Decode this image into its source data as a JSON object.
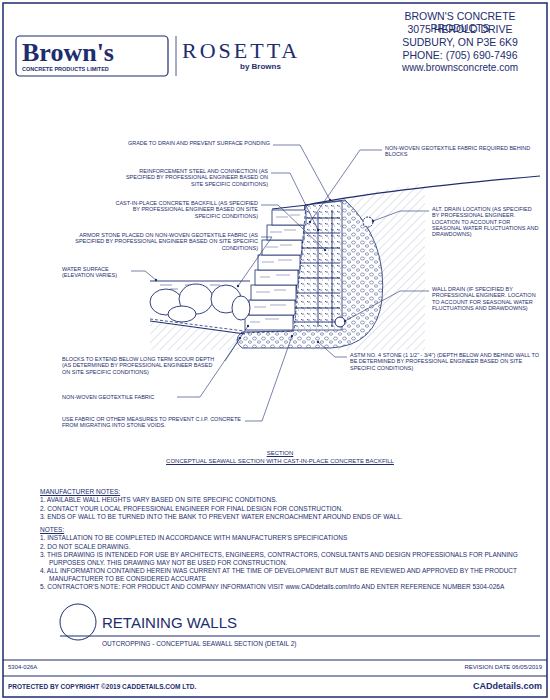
{
  "diagram": {
    "title": "RETAINING WALLS",
    "caption": "CONCEPTUAL SEAWALL SECTION WITH CAST-IN-PLACE CONCRETE BACKFILL",
    "labels": [
      "Brown's",
      "CONCRETE PRODUCTS LIMITED",
      "ROSETTA",
      "by Browns",
      "BROWN'S CONCRETE PRODUCTS",
      "3075 HEROLD DRIVE",
      "SUDBURY, ON P3E 6K9",
      "PHONE: (705) 690-7496",
      "www.brownsconcrete.com",
      "GRADE TO DRAIN AND PREVENT SURFACE PONDING",
      "REINFORCEMENT STEEL AND CONNECTION (AS SPECIFIED BY PROFESSIONAL ENGINEER BASED ON SITE SPECIFIC CONDITIONS)",
      "CAST-IN-PLACE CONCRETE BACKFILL (AS SPECIFIED BY PROFESSIONAL ENGINEER BASED ON SITE SPECIFIC CONDITIONS)",
      "ARMOR STONE PLACED ON NON-WOVEN GEOTEXTILE FABRIC (AS SPECIFIED BY PROFESSIONAL ENGINEER BASED ON SITE SPECIFIC CONDITIONS)",
      "WATER SURFACE (ELEVATION VARIES)",
      "BLOCKS TO EXTEND BELOW LONG TERM SCOUR DEPTH (AS DETERMINED BY PROFESSIONAL ENGINEER BASED ON SITE SPECIFIC CONDITIONS)",
      "NON-WOVEN GEOTEXTILE FABRIC",
      "USE FABRIC OR OTHER MEASURES TO PREVENT C.I.P. CONCRETE FROM MIGRATING INTO STONE VOIDS.",
      "NON-WOVEN GEOTEXTILE FABRIC REQUIRED BEHIND BLOCKS",
      "ALT. DRAIN LOCATION (AS SPECIFIED BY PROFESSIONAL ENGINEER. LOCATION TO ACCOUNT FOR SEASONAL WATER FLUCTUATIONS AND DRAWDOWNS)",
      "WALL DRAIN (IF SPECIFIED BY PROFESSIONAL ENGINEER. LOCATION TO ACCOUNT FOR SEASONAL WATER FLUCTUATIONS AND DRAWDOWNS)",
      "ASTM NO. 4 STONE (1 1/2\" - 3/4\") (DEPTH BELOW AND BEHIND WALL TO BE DETERMINED BY PROFESSIONAL ENGINEER BASED ON SITE SPECIFIC CONDITIONS)",
      "SECTION",
      "MANUFACTURER NOTES:",
      "1. AVAILABLE WALL HEIGHTS VARY BASED ON SITE SPECIFIC CONDITIONS.",
      "2. CONTACT YOUR LOCAL PROFESSIONAL ENGINEER FOR FINAL DESIGN FOR CONSTRUCTION.",
      "3. ENDS OF WALL TO BE TURNED INTO THE BANK TO PREVENT WATER ENCROACHMENT AROUND ENDS OF WALL.",
      "NOTES:",
      "1. INSTALLATION TO BE COMPLETED IN ACCORDANCE WITH MANUFACTURER'S SPECIFICATIONS",
      "2. DO NOT SCALE DRAWING.",
      "3. THIS DRAWING IS INTENDED FOR USE BY ARCHITECTS, ENGINEERS, CONTRACTORS, CONSULTANTS AND DESIGN PROFESSIONALS FOR PLANNING PURPOSES ONLY. THIS DRAWING MAY NOT BE USED FOR CONSTRUCTION.",
      "4. ALL INFORMATION CONTAINED HEREIN WAS CURRENT AT THE TIME OF DEVELOPMENT BUT MUST BE REVIEWED AND APPROVED BY THE PRODUCT MANUFACTURER TO BE CONSIDERED ACCURATE",
      "5. CONTRACTOR'S NOTE: FOR PRODUCT AND COMPANY INFORMATION VISIT www.CADdetails.com/info AND ENTER REFERENCE NUMBER 5304-026A",
      "OUTCROPPING - CONCEPTUAL SEAWALL SECTION (DETAIL 2)",
      "5304-026A",
      "REVISION DATE 06/05/2019",
      "PROTECTED BY COPYRIGHT ©2019 CADDETAILS.COM LTD.",
      "CADdetails.com"
    ]
  }
}
